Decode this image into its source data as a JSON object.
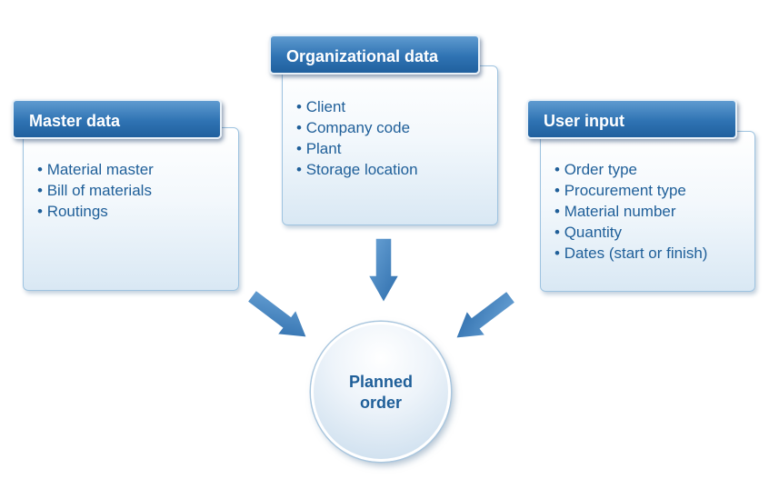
{
  "master_data": {
    "title": "Master data",
    "items": [
      "Material master",
      "Bill of materials",
      "Routings"
    ]
  },
  "organizational_data": {
    "title": "Organizational data",
    "items": [
      "Client",
      "Company code",
      "Plant",
      "Storage location"
    ]
  },
  "user_input": {
    "title": "User input",
    "items": [
      "Order type",
      "Procurement type",
      "Material number",
      "Quantity",
      "Dates (start or finish)"
    ]
  },
  "planned_order": {
    "label": "Planned\norder"
  },
  "colors": {
    "header_blue": "#2f73b3",
    "text_blue": "#1f5f99",
    "arrow_blue": "#3d80bf",
    "box_border": "#9ec3e0"
  },
  "icons": [
    "arrow-down-right-icon",
    "arrow-down-icon",
    "arrow-down-left-icon"
  ]
}
